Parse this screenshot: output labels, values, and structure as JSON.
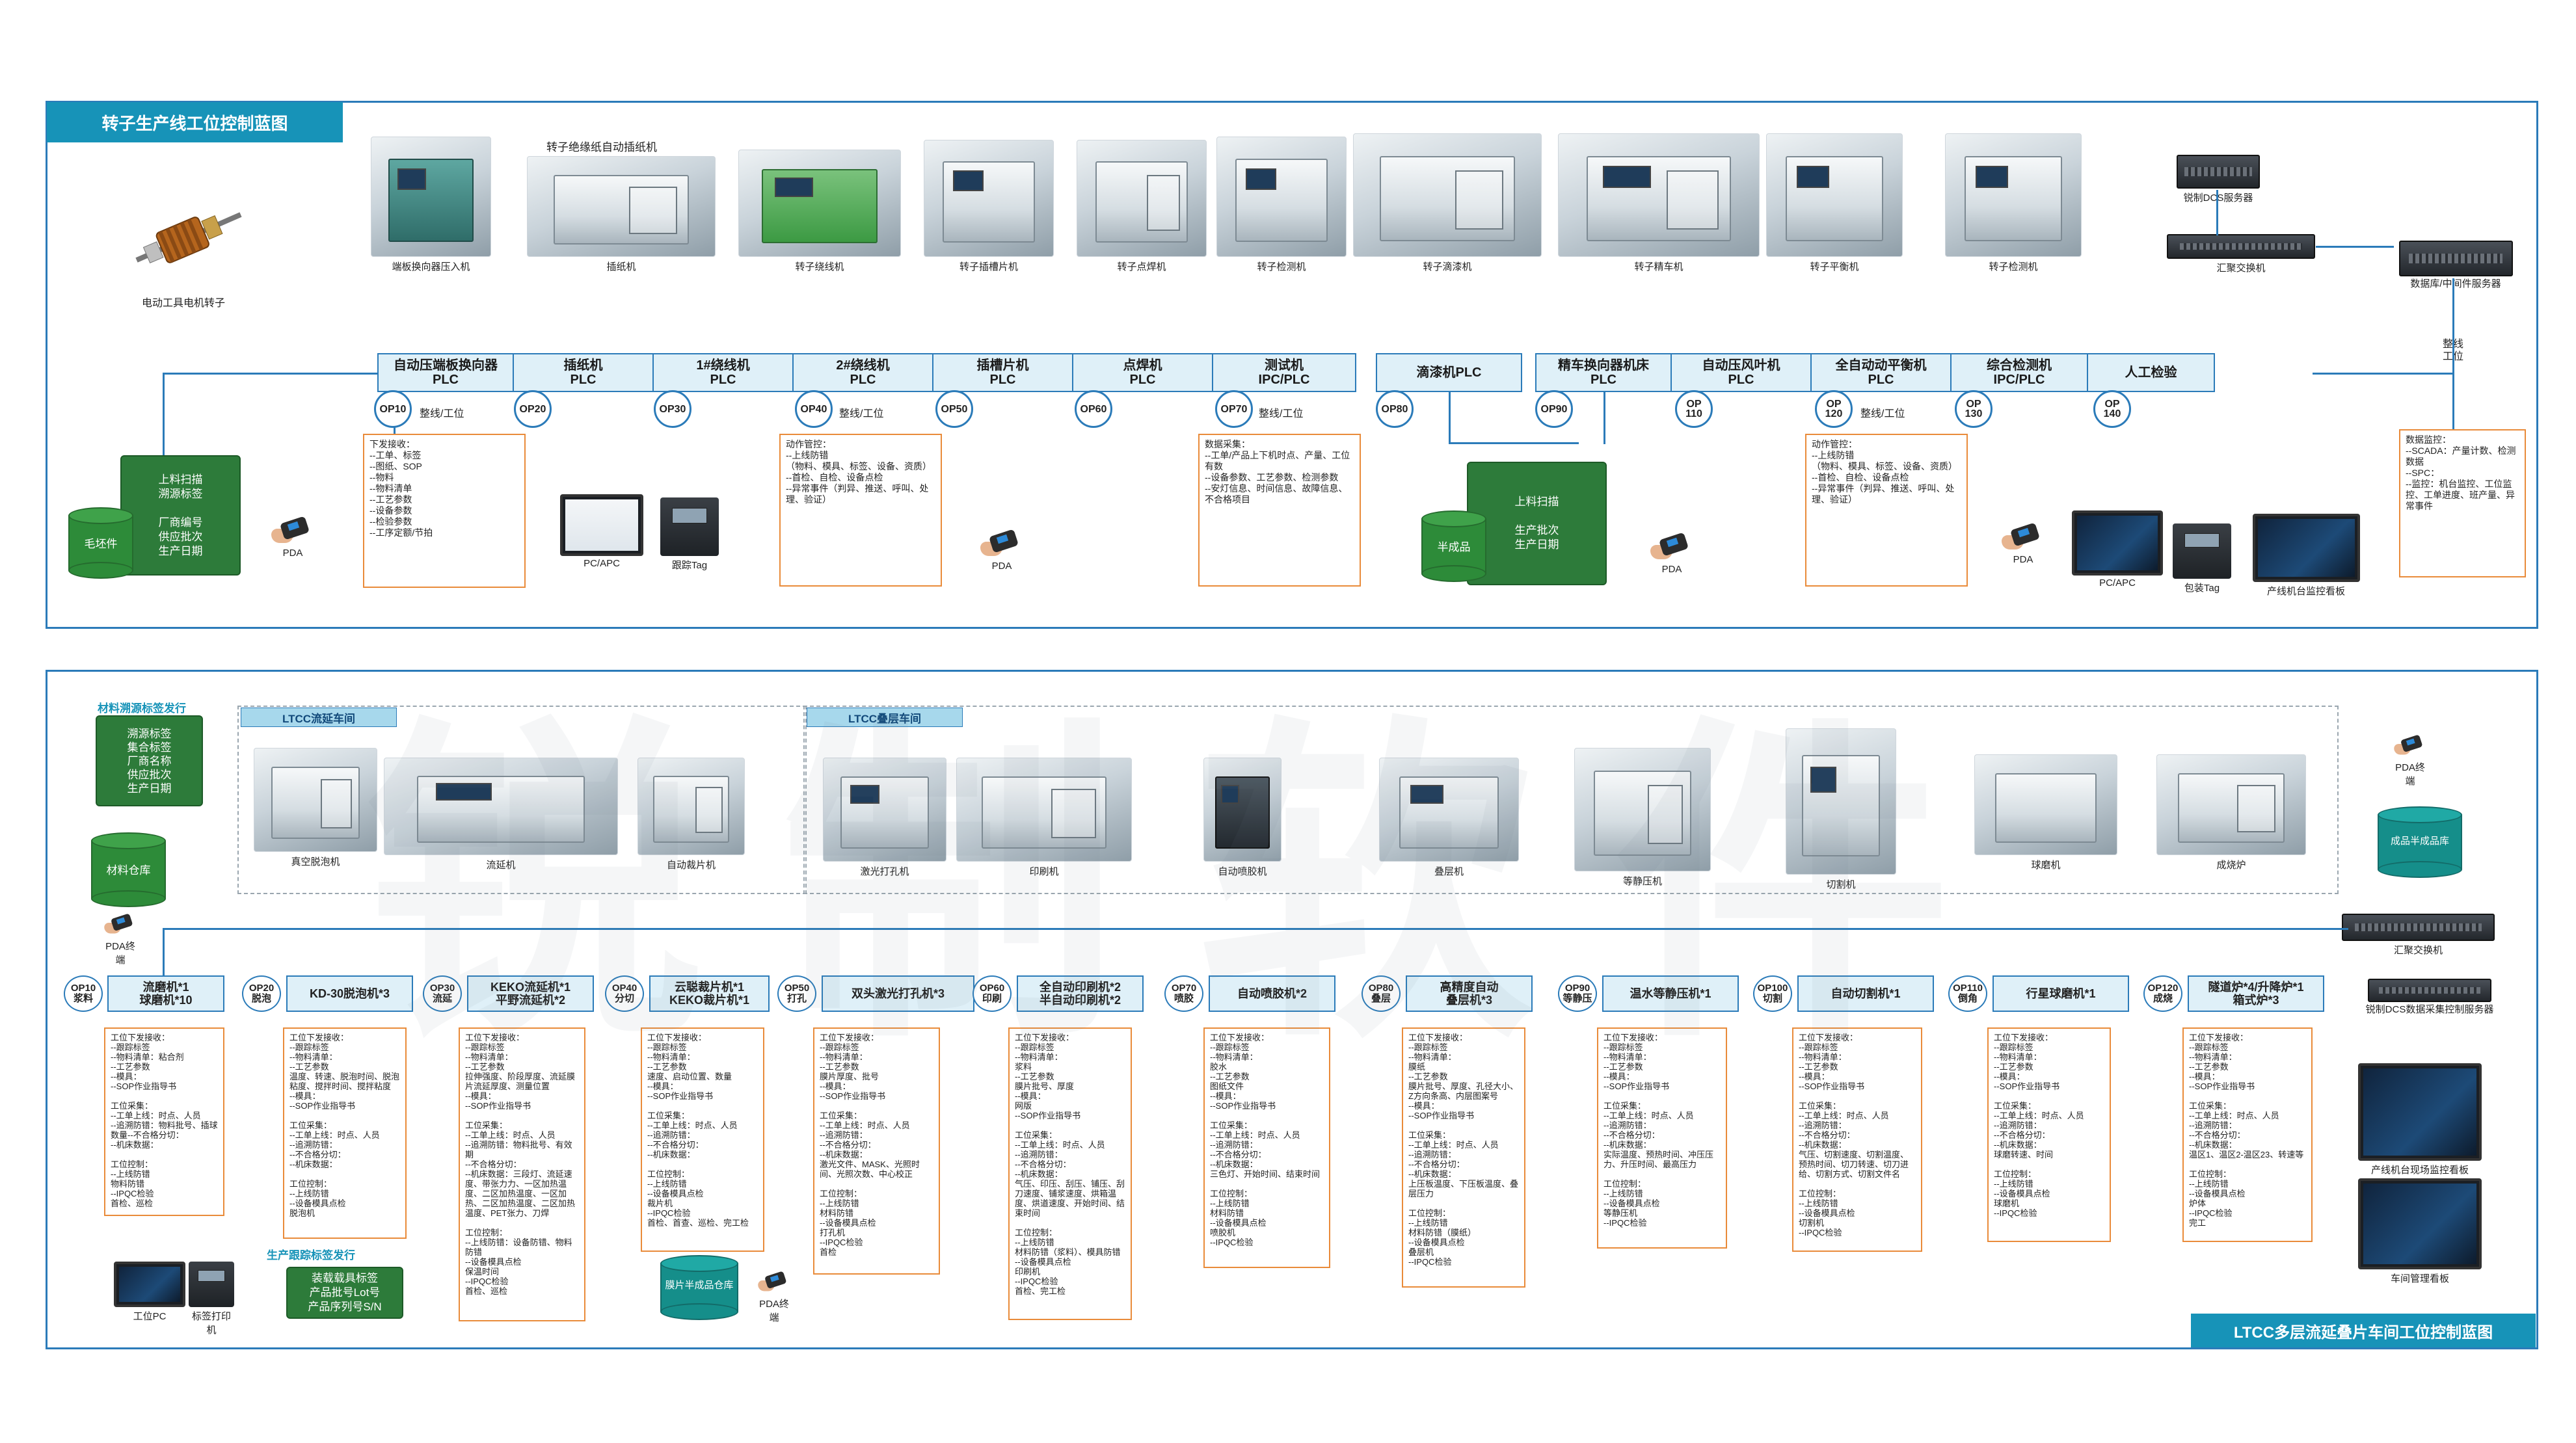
{
  "top": {
    "title": "转子生产线工位控制蓝图",
    "rotor_caption": "电动工具电机转子",
    "machines": [
      {
        "label": "端板换向器压入机"
      },
      {
        "label": "插纸机",
        "top_caption": "转子绝缘纸自动插纸机"
      },
      {
        "label": "转子绕线机"
      },
      {
        "label": "转子插槽片机"
      },
      {
        "label": "转子点焊机"
      },
      {
        "label": "转子检测机"
      },
      {
        "label": "转子滴漆机"
      },
      {
        "label": "转子精车机"
      },
      {
        "label": "转子平衡机"
      },
      {
        "label": "转子检测机"
      }
    ],
    "server_label": "锐制DCS服务器",
    "switch_label": "汇聚交换机",
    "db_label": "数据库/中间件服务器",
    "stations_a": [
      {
        "l1": "自动压端板换向器",
        "l2": "PLC"
      },
      {
        "l1": "插纸机",
        "l2": "PLC"
      },
      {
        "l1": "1#绕线机",
        "l2": "PLC"
      },
      {
        "l1": "2#绕线机",
        "l2": "PLC"
      },
      {
        "l1": "插槽片机",
        "l2": "PLC"
      },
      {
        "l1": "点焊机",
        "l2": "PLC"
      },
      {
        "l1": "测试机",
        "l2": "IPC/PLC"
      }
    ],
    "station_drip": {
      "l1": "滴漆机PLC",
      "l2": ""
    },
    "stations_b": [
      {
        "l1": "精车换向器机床",
        "l2": "PLC"
      },
      {
        "l1": "自动压风叶机",
        "l2": "PLC"
      },
      {
        "l1": "全自动动平衡机",
        "l2": "PLC"
      },
      {
        "l1": "综合检测机",
        "l2": "IPC/PLC"
      },
      {
        "l1": "人工检验",
        "l2": ""
      }
    ],
    "ops": [
      "OP10",
      "OP20",
      "OP30",
      "OP40",
      "OP50",
      "OP60",
      "OP70",
      "OP80",
      "OP90",
      "OP 110",
      "OP 120",
      "OP 130",
      "OP 140"
    ],
    "op_notes": [
      "整线/工位",
      "整线/工位",
      "整线/工位",
      "整线/工位"
    ],
    "right_note": "整线\n工位",
    "green_left": "上料扫描\n溯源标签\n\n厂商编号\n供应批次\n生产日期",
    "cyl_left": "毛坯件",
    "green_mid": "上料扫描\n\n生产批次\n生产日期",
    "cyl_mid": "半成品",
    "box1": "下发接收：\n--工单、标签\n--图纸、SOP\n--物料\n--物料清单\n--工艺参数\n--设备参数\n--检验参数\n--工序定额/节拍",
    "box2": "动作管控：\n--上线防错\n（物料、模具、标签、设备、资质）\n--首检、自检、设备点检\n--异常事件（判异、推送、呼叫、处理、验证）",
    "box3": "数据采集：\n--工单/产品上下机时点、产量、工位有数\n--设备参数、工艺参数、检测参数\n--安灯信息、时间信息、故障信息、不合格项目",
    "box4": "动作管控：\n--上线防错\n（物料、模具、标签、设备、资质）\n--首检、自检、设备点检\n--异常事件（判异、推送、呼叫、处理、验证）",
    "box5": "数据监控：\n--SCADA：产量计数、检测数据\n--SPC：\n--监控：机台监控、工位监控、工单进度、班产量、异常事件",
    "dev_pda": "PDA",
    "dev_pc": "PC/APC",
    "dev_tag": "跟踪Tag",
    "dev_pda2": "PDA",
    "dev_pda3": "PDA",
    "dev_pda4": "PDA",
    "dev_pc2": "PC/APC",
    "dev_tag2": "包装Tag",
    "dev_board": "产线机台监控看板"
  },
  "bottom": {
    "side_title": "材料溯源标签发行",
    "green_box": "溯源标签\n集合标签\n厂商名称\n供应批次\n生产日期",
    "cyl_material": "材料仓库",
    "pda_left": "PDA终端",
    "group1": "LTCC流延车间",
    "group2": "LTCC叠层车间",
    "machines": [
      {
        "label": "真空脱泡机"
      },
      {
        "label": "流延机"
      },
      {
        "label": "自动裁片机"
      },
      {
        "label": "激光打孔机"
      },
      {
        "label": "印刷机"
      },
      {
        "label": "自动喷胶机"
      },
      {
        "label": "叠层机"
      },
      {
        "label": "等静压机"
      },
      {
        "label": "切割机"
      },
      {
        "label": "球磨机"
      },
      {
        "label": "成烧炉"
      }
    ],
    "pda_right": "PDA终端",
    "cyl_right": "成品半成品库",
    "switch_label": "汇聚交换机",
    "server_label": "锐制DCS数据采集控制服务器",
    "board1": "产线机台现场监控看板",
    "board2": "车间管理看板",
    "stations": [
      {
        "op": "OP10\n浆料",
        "l1": "流磨机*1",
        "l2": "球磨机*10"
      },
      {
        "op": "OP20\n脱泡",
        "l1": "KD-30脱泡机*3",
        "l2": ""
      },
      {
        "op": "OP30\n流延",
        "l1": "KEKO流延机*1",
        "l2": "平野流延机*2"
      },
      {
        "op": "OP40\n分切",
        "l1": "云聪裁片机*1",
        "l2": "KEKO裁片机*1"
      },
      {
        "op": "OP50\n打孔",
        "l1": "双头激光打孔机*3",
        "l2": ""
      },
      {
        "op": "OP60\n印刷",
        "l1": "全自动印刷机*2",
        "l2": "半自动印刷机*2"
      },
      {
        "op": "OP70\n喷胶",
        "l1": "自动喷胶机*2",
        "l2": ""
      },
      {
        "op": "OP80\n叠层",
        "l1": "高精度自动",
        "l2": "叠层机*3"
      },
      {
        "op": "OP90\n等静压",
        "l1": "温水等静压机*1",
        "l2": ""
      },
      {
        "op": "OP100\n切割",
        "l1": "自动切割机*1",
        "l2": ""
      },
      {
        "op": "OP110\n倒角",
        "l1": "行星球磨机*1",
        "l2": ""
      },
      {
        "op": "OP120\n成烧",
        "l1": "隧道炉*4/升降炉*1",
        "l2": "箱式炉*3"
      }
    ],
    "boxes": [
      "工位下发接收：\n--跟踪标签\n--物料清单：粘合剂\n--工艺参数\n--模具：\n--SOP作业指导书\n\n工位采集：\n--工单上线：时点、人员\n--追溯防错：物料批号、插球数量--不合格分切：\n--机床数据：\n\n工位控制：\n--上线防错\n物料防错\n--IPQC检验\n首检、巡检",
      "工位下发接收：\n--跟踪标签\n--物料清单：\n--工艺参数\n温度、转速、脱泡时间、脱泡粘度、搅拌时间、搅拌粘度\n--模具：\n--SOP作业指导书\n\n工位采集：\n--工单上线：时点、人员\n--追溯防错：\n--不合格分切：\n--机床数据：\n\n工位控制：\n--上线防错\n--设备模具点检\n脱泡机",
      "工位下发接收：\n--跟踪标签\n--物料清单：\n--工艺参数\n拉伸强度、阶段厚度、流延膜片流延厚度、测量位置\n--模具：\n--SOP作业指导书\n\n工位采集：\n--工单上线：时点、人员\n--追溯防错：物料批号、有效期\n--不合格分切：\n--机床数据：三段灯、流延速度、带张力力、一区加热温度、二区加热温度、一区加热、二区加热温度、二区加热温度、PET张力、刀焊\n\n工位控制：\n--上线防错：设备防错、物料防错\n--设备模具点检\n保温时间\n--IPQC检验\n首检、巡检",
      "工位下发接收：\n--跟踪标签\n--物料清单：\n--工艺参数\n速度、启动位置、数量\n--模具：\n--SOP作业指导书\n\n工位采集：\n--工单上线：时点、人员\n--追溯防错：\n--不合格分切：\n--机床数据：\n\n工位控制：\n--上线防错\n--设备模具点检\n裁片机\n--IPQC检验\n首检、首查、巡检、完工检",
      "工位下发接收：\n--跟踪标签\n--物料清单：\n--工艺参数\n膜片厚度、批号\n--模具：\n--SOP作业指导书\n\n工位采集：\n--工单上线：时点、人员\n--追溯防错：\n--不合格分切：\n--机床数据：\n激光文件、MASK、光照时间、光照次数、中心校正\n\n工位控制：\n--上线防错\n材料防错\n--设备模具点检\n打孔机\n--IPQC检验\n首检",
      "工位下发接收：\n--跟踪标签\n--物料清单：\n浆料\n--工艺参数\n膜片批号、厚度\n--模具：\n网版\n--SOP作业指导书\n\n工位采集：\n--工单上线：时点、人员\n--追溯防错：\n--不合格分切：\n--机床数据：\n气压、印压、刮压、铺压、刮刀速度、铺浆速度、烘箱温度、烘道速度、开始时间、结束时间\n\n工位控制：\n--上线防错\n材料防错（浆料）、模具防错\n--设备模具点检\n印刷机\n--IPQC检验\n首检、完工检",
      "工位下发接收：\n--跟踪标签\n--物料清单：\n胶水\n--工艺参数\n图纸文件\n--模具：\n--SOP作业指导书\n\n工位采集：\n--工单上线：时点、人员\n--追溯防错：\n--不合格分切：\n--机床数据：\n三色灯、开始时间、结束时间\n\n工位控制：\n--上线防错\n材料防错\n--设备模具点检\n喷胶机\n--IPQC检验",
      "工位下发接收：\n--跟踪标签\n--物料清单：\n膜纸\n--工艺参数\n膜片批号、厚度、孔径大小、Z方向条高、内层图案号\n--模具：\n--SOP作业指导书\n\n工位采集：\n--工单上线：时点、人员\n--追溯防错：\n--不合格分切：\n--机床数据：\n上压板温度、下压板温度、叠层压力\n\n工位控制：\n--上线防错\n材料防错（膜纸）\n--设备模具点检\n叠层机\n--IPQC检验",
      "工位下发接收：\n--跟踪标签\n--物料清单：\n--工艺参数\n--模具：\n--SOP作业指导书\n\n工位采集：\n--工单上线：时点、人员\n--追溯防错：\n--不合格分切：\n--机床数据：\n实际温度、预热时间、冲压压力、升压时间、最高压力\n\n工位控制：\n--上线防错\n--设备模具点检\n等静压机\n--IPQC检验",
      "工位下发接收：\n--跟踪标签\n--物料清单：\n--工艺参数\n--模具：\n--SOP作业指导书\n\n工位采集：\n--工单上线：时点、人员\n--追溯防错：\n--不合格分切：\n--机床数据：\n气压、切割速度、切割温度、预热时间、切刀转速、切刀进给、切割方式、切割文件名\n\n工位控制：\n--上线防错\n--设备模具点检\n切割机\n--IPQC检验",
      "工位下发接收：\n--跟踪标签\n--物料清单：\n--工艺参数\n--模具：\n--SOP作业指导书\n\n工位采集：\n--工单上线：时点、人员\n--追溯防错：\n--不合格分切：\n--机床数据：\n球磨转速、时间\n\n工位控制：\n--上线防错\n--设备模具点检\n球磨机\n--IPQC检验",
      "工位下发接收：\n--跟踪标签\n--物料清单：\n--工艺参数\n--模具：\n--SOP作业指导书\n\n工位采集：\n--工单上线：时点、人员\n--追溯防错：\n--不合格分切：\n--机床数据：\n温区1、温区2-温区23、转速等\n\n工位控制：\n--上线防错\n--设备模具点检\n炉体\n--IPQC检验\n完工"
    ],
    "dev_pc": "工位PC",
    "dev_printer": "标签打印机",
    "prod_tag_title": "生产跟踪标签发行",
    "prod_tag_box": "装载载具标签\n产品批号Lot号\n产品序列号S/N",
    "cyl_semi": "膜片半成品仓库",
    "pda_mid": "PDA终端",
    "footer": "LTCC多层流延叠片车间工位控制蓝图"
  },
  "watermark": "锐制软件"
}
